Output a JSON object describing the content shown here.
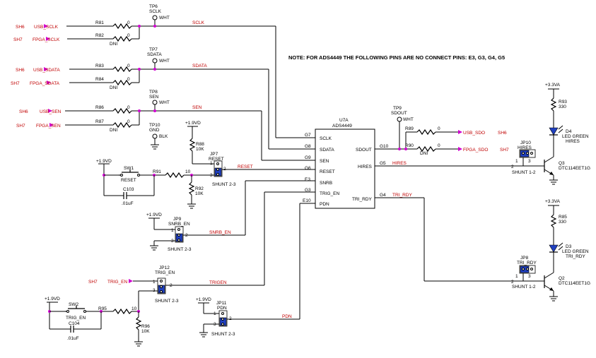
{
  "note": "NOTE: FOR ADS4449 THE FOLLOWING PINS ARE NO CONNECT PINS: E3, G3, G4, G5",
  "ic": {
    "ref": "U7A",
    "part": "ADS4449",
    "left_pins": [
      {
        "num": "G7",
        "name": "SCLK"
      },
      {
        "num": "G8",
        "name": "SDATA"
      },
      {
        "num": "G9",
        "name": "SEN"
      },
      {
        "num": "G6",
        "name": "RESET"
      },
      {
        "num": "E3",
        "name": "SNRB"
      },
      {
        "num": "G3",
        "name": "TRIG_EN"
      },
      {
        "num": "E10",
        "name": "PDN"
      }
    ],
    "right_pins": [
      {
        "num": "G10",
        "name": "SDOUT"
      },
      {
        "num": "G5",
        "name": "HIRES"
      },
      {
        "num": "G4",
        "name": "TRI_RDY"
      }
    ]
  },
  "input_groups": [
    {
      "tp_ref": "TP6",
      "tp_name": "SCLK",
      "tp_color": "WHT",
      "net": "SCLK",
      "a": {
        "sheet": "SH6",
        "port": "USB_SCLK",
        "ref": "R81",
        "val": "0"
      },
      "b": {
        "sheet": "SH7",
        "port": "FPGA_SCLK",
        "ref": "R82",
        "val": "0",
        "dni": "DNI"
      }
    },
    {
      "tp_ref": "TP7",
      "tp_name": "SDATA",
      "tp_color": "WHT",
      "net": "SDATA",
      "a": {
        "sheet": "SH6",
        "port": "USB_SDATA",
        "ref": "R83",
        "val": "0"
      },
      "b": {
        "sheet": "SH7",
        "port": "FPGA_SDATA",
        "ref": "R84",
        "val": "0",
        "dni": "DNI"
      }
    },
    {
      "tp_ref": "TP8",
      "tp_name": "SEN",
      "tp_color": "WHT",
      "net": "SEN",
      "a": {
        "sheet": "SH6",
        "port": "USB_SEN",
        "ref": "R86",
        "val": "0"
      },
      "b": {
        "sheet": "SH7",
        "port": "FPGA_SEN",
        "ref": "R87",
        "val": "0",
        "dni": "DNI"
      }
    }
  ],
  "tp10": {
    "ref": "TP10",
    "name": "GND",
    "color": "BLK"
  },
  "reset": {
    "supply": "+1.9VD",
    "sw": "SW1",
    "sw_name": "RESET",
    "r_series": "R91",
    "r_series_val": "10",
    "cap_ref": "C103",
    "cap_val": ".01uF",
    "r_pullup": "R88",
    "r_pullup_val": "10K",
    "r_pulldown": "R92",
    "r_pulldown_val": "10K",
    "jumper": "JP7",
    "jumper_name": "RESET",
    "shunt": "SHUNT 2-3",
    "pup_supply": "+1.9VD",
    "net": "RESET"
  },
  "snrb": {
    "supply": "+1.9VD",
    "jumper": "JP9",
    "jumper_name": "SNRB_EN",
    "shunt": "SHUNT 2-3",
    "net": "SNRB_EN"
  },
  "trig": {
    "sheet": "SH7",
    "port": "TRIG_EN",
    "jumper": "JP12",
    "jumper_name": "TRIG_EN",
    "shunt": "SHUNT 2-3",
    "net": "TRIGEN",
    "supply": "+1.9VD",
    "sw": "SW2",
    "sw_name": "TRIG_EN",
    "r_series": "R95",
    "r_series_val": "10",
    "cap_ref": "C104",
    "cap_val": ".01uF",
    "r_pulldown": "R96",
    "r_pulldown_val": "10K"
  },
  "pdn": {
    "supply": "+1.9VD",
    "jumper": "JP11",
    "jumper_name": "PDN",
    "shunt": "SHUNT 2-3",
    "net": "PDN"
  },
  "sdout": {
    "tp_ref": "TP9",
    "tp_name": "SDOUT",
    "tp_color": "WHT",
    "a": {
      "ref": "R89",
      "val": "0",
      "port": "USB_SDO",
      "sheet": "SH6"
    },
    "b": {
      "ref": "R90",
      "val": "0",
      "dni": "DNI",
      "port": "FPGA_SDO",
      "sheet": "SH7"
    }
  },
  "hires": {
    "net": "HIRES",
    "jumper": "JP10",
    "jumper_name": "HIRES",
    "shunt": "SHUNT 1-2",
    "supply": "+3.3VA",
    "r_ref": "R93",
    "r_val": "330",
    "led_ref": "D4",
    "led_val": "LED GREEN",
    "led_label": "HIRES",
    "q_ref": "Q3",
    "q_val": "DTC114EET1G"
  },
  "trirdy": {
    "net": "TRI_RDY",
    "jumper": "JP8",
    "jumper_name": "TRI_RDY",
    "shunt": "SHUNT 1-2",
    "supply": "+3.3VA",
    "r_ref": "R85",
    "r_val": "330",
    "led_ref": "D3",
    "led_val": "LED GREEN",
    "led_label": "TRI_RDY",
    "q_ref": "Q2",
    "q_val": "DTC114EET1G"
  },
  "pin_nums": {
    "one": "1",
    "two": "2",
    "three": "3"
  }
}
